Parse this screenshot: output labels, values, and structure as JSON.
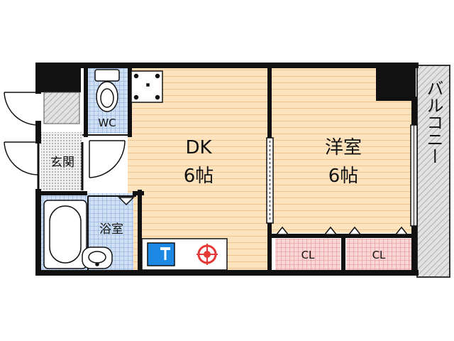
{
  "rooms": {
    "dk": {
      "name": "DK",
      "size": "6帖"
    },
    "western": {
      "name": "洋室",
      "size": "6帖"
    },
    "wc": {
      "name": "WC"
    },
    "entrance": {
      "name": "玄関"
    },
    "bath": {
      "name": "浴室"
    },
    "closet_left": {
      "name": "CL"
    },
    "closet_right": {
      "name": "CL"
    },
    "balcony": {
      "name": "バルコニー"
    }
  },
  "colors": {
    "wall": "#111111",
    "floor": "#fde4bf",
    "floor_line": "#f2c38e",
    "tile": "#cfe0f5",
    "tile_line": "#8fb0dc",
    "closet": "#fbd6d6",
    "closet_line": "#ef9a9a",
    "balcony": "#d9d9d9",
    "sink": "#1e88e5",
    "stove": "#e53935"
  }
}
